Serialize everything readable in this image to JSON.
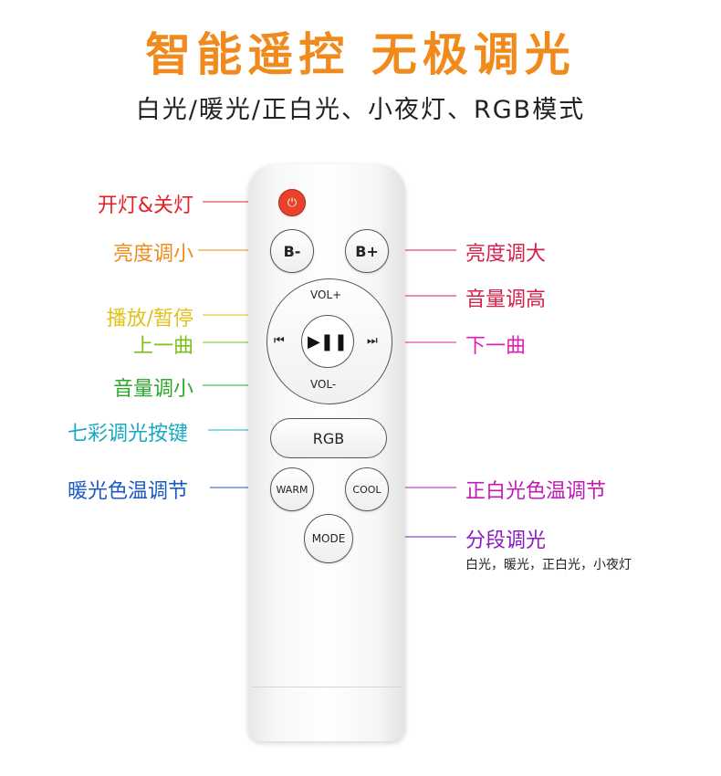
{
  "title": "智能遥控  无极调光",
  "subtitle": "白光/暖光/正白光、小夜灯、RGB模式",
  "remote": {
    "power_icon": "⏻",
    "b_minus": "B-",
    "b_plus": "B+",
    "vol_plus": "VOL+",
    "vol_minus": "VOL-",
    "prev_icon": "⏮",
    "next_icon": "⏭",
    "play_pause_icon": "▶❚❚",
    "rgb": "RGB",
    "warm": "WARM",
    "cool": "COOL",
    "mode": "MODE"
  },
  "labels": {
    "power": "开灯&关灯",
    "brightness_down": "亮度调小",
    "brightness_up": "亮度调大",
    "volume_up": "音量调高",
    "play_pause": "播放/暂停",
    "prev": "上一曲",
    "next": "下一曲",
    "volume_down": "音量调小",
    "rgb": "七彩调光按键",
    "warm": "暖光色温调节",
    "cool": "正白光色温调节",
    "mode": "分段调光",
    "mode_detail": "白光，暖光，正白光，小夜灯"
  },
  "colors": {
    "title": "#f08a1c",
    "power": "#e8202a",
    "brightness": "#f08a1c",
    "volume_up": "#d4204a",
    "play_pause": "#e0c21a",
    "prev": "#7ac21a",
    "next": "#e020b0",
    "volume_down": "#2ca82c",
    "rgb": "#1aa8c2",
    "warm": "#1a5ac2",
    "cool": "#c21ab8",
    "mode": "#8a1ac2"
  }
}
